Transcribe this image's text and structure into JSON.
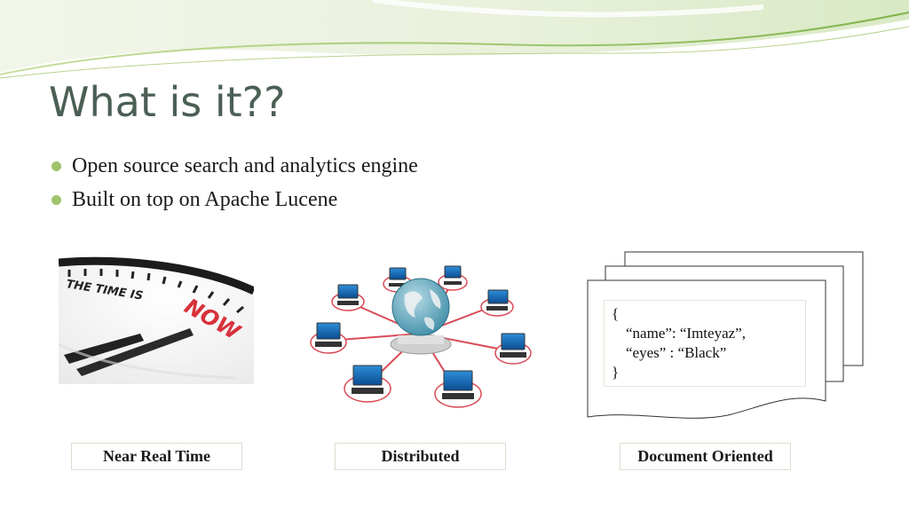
{
  "slide": {
    "title": "What is it??",
    "bullets": [
      "Open source search and analytics engine",
      "Built on top on Apache Lucene"
    ],
    "clock_text": {
      "line1": "THE TIME IS",
      "line2": "NOW"
    },
    "json_lines": [
      "{",
      "“name”: “Imteyaz”,",
      "“eyes” : “Black”",
      "}"
    ],
    "captions": [
      "Near Real Time",
      "Distributed",
      "Document Oriented"
    ]
  },
  "colors": {
    "title": "#4b5f54",
    "bullet": "#9fc36b",
    "wave_green": "#8fbf5a",
    "accent_red": "#d8313b"
  }
}
